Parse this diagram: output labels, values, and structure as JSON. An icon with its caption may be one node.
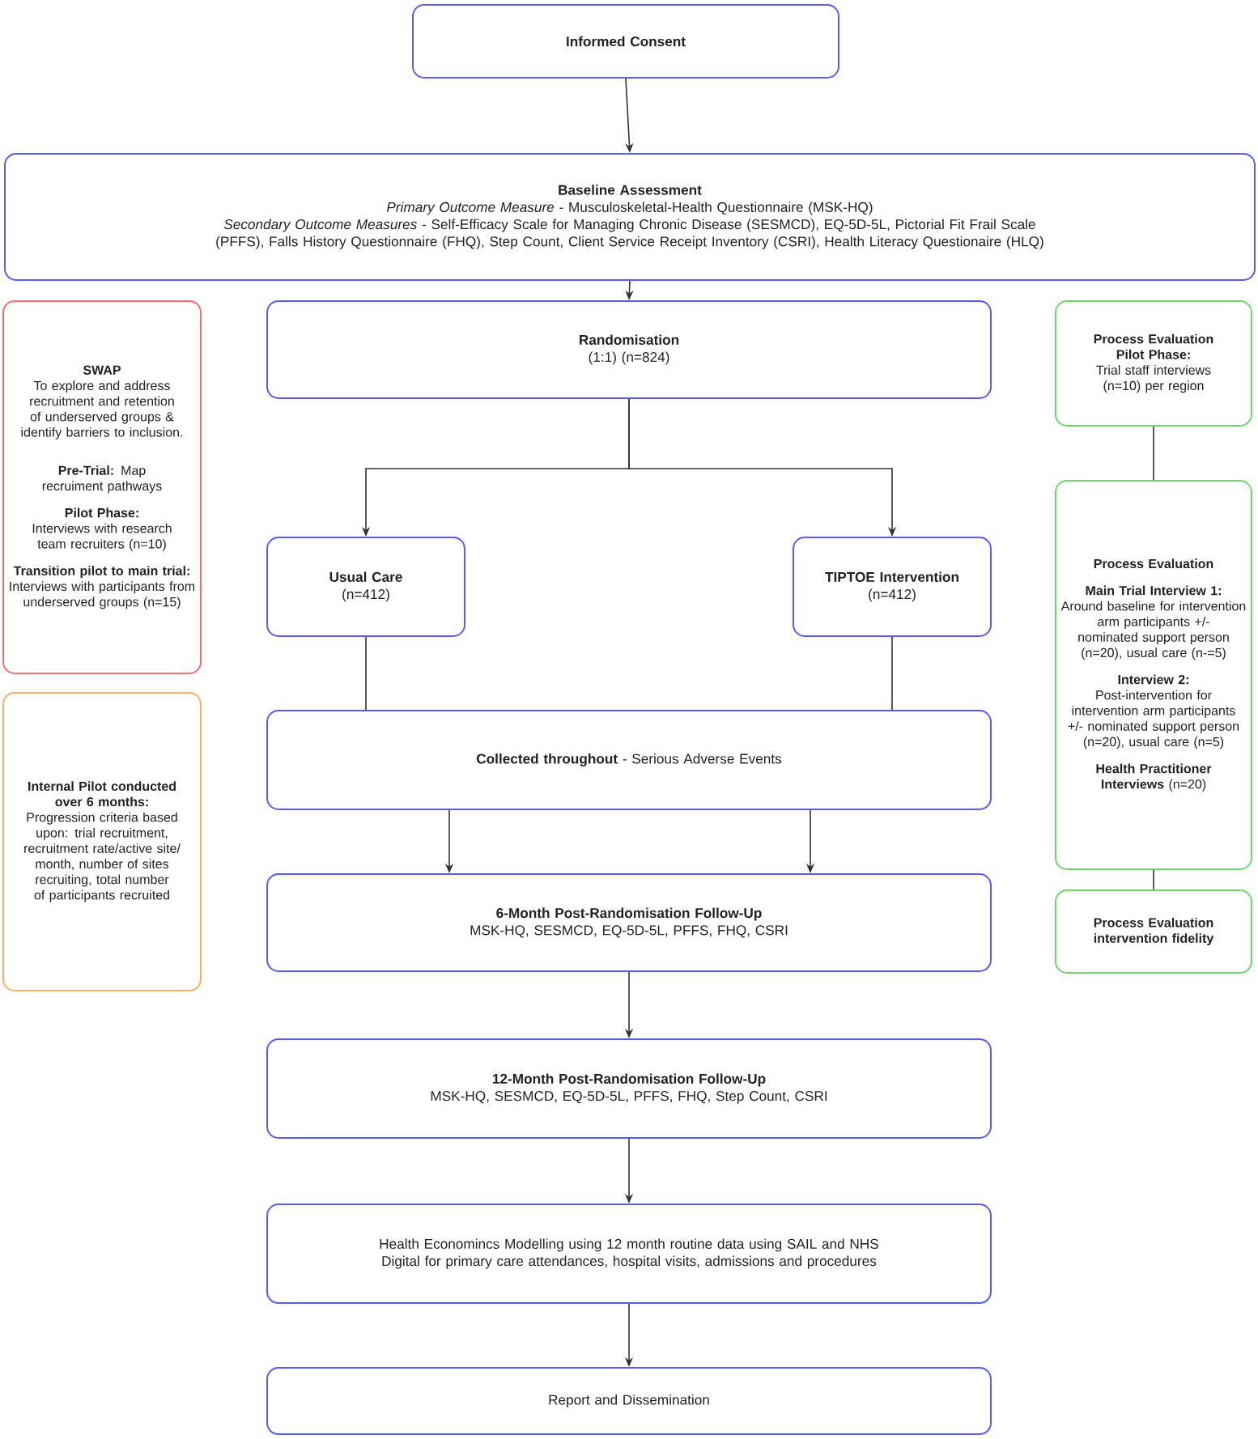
{
  "diagram": {
    "nodes": [
      {
        "text": [
          "Informed Consent"
        ]
      },
      {
        "text": [
          "Baseline Assessment",
          "*Primary Outcome Measure* - Musculoskeletal-Health Questionnaire (MSK-HQ)",
          "*Secondary Outcome Measures* - Self-Efficacy Scale for Managing Chronic Disease (SESMCD), EQ-5D-5L, Pictorial Fit Frail Scale (PFFS), Falls History Questionnaire (FHQ), Step Count, Client Service Receipt Inventory (CSRI), Health Literacy Questionaire (HLQ)"
        ]
      },
      {
        "text": [
          "Randomisation",
          "(1:1) (n=824)"
        ]
      },
      {
        "text": [
          "Usual Care",
          "(n=412)"
        ]
      },
      {
        "text": [
          "TIPTOE Intervention",
          "(n=412)"
        ]
      },
      {
        "text": [
          "**Collected throughout** - Serious Adverse Events"
        ]
      },
      {
        "text": [
          "6-Month Post-Randomisation Follow-Up",
          "MSK-HQ, SESMCD, EQ-5D-5L, PFFS, FHQ, CSRI"
        ]
      },
      {
        "text": [
          "12-Month Post-Randomisation Follow-Up",
          "MSK-HQ, SESMCD, EQ-5D-5L, PFFS, FHQ, Step Count, CSRI"
        ]
      },
      {
        "text": [
          "Health Economincs Modelling using 12 month routine data using SAIL and NHS Digital for primary care attendances, hospital visits, admissions and procedures"
        ]
      },
      {
        "text": [
          "Report and Dissemination"
        ]
      },
      {
        "text": [
          "SWAP",
          "To explore and address recruitment and retention of underserved groups & identify barriers to inclusion.",
          "**Pre-Trial:** Map recruiment pathways",
          "Pilot Phase:",
          "Interviews with research team recruiters (n=10)",
          "Transition pilot to main trial:",
          "Interviews with participants from underserved groups (n=15)"
        ]
      },
      {
        "text": [
          "Internal Pilot conducted over 6 months:",
          "Progression criteria based upon: trial recruitment, recruitment rate/active site/ month, number of sites recruiting, total number of participants recruited"
        ]
      },
      {
        "text": [
          "Process Evaluation Pilot Phase:",
          "Trial staff interviews (n=10) per region"
        ]
      },
      {
        "text": [
          "Process Evaluation",
          "Main Trial Interview 1:",
          "Around baseline for intervention arm participants +/- nominated support person (n=20), usual care (n-=5)",
          "Interview 2:",
          "Post-intervention for intervention arm participants +/- nominated support person (n=20), usual care (n=5)",
          "**Health Practitioner Interviews** (n=20)"
        ]
      },
      {
        "text": [
          "Process Evaluation intervention fidelity"
        ]
      }
    ],
    "edges": [
      {
        "from": 0,
        "to": 1,
        "arrow": "to"
      },
      {
        "from": 1,
        "to": 2,
        "arrow": "to"
      },
      {
        "from": 2,
        "to": 3,
        "arrow": "to"
      },
      {
        "from": 2,
        "to": 4,
        "arrow": "to"
      },
      {
        "from": 3,
        "to": 5,
        "arrow": "none"
      },
      {
        "from": 4,
        "to": 5,
        "arrow": "none"
      },
      {
        "from": 5,
        "to": 6,
        "arrow": "to"
      },
      {
        "from": 5,
        "to": 6,
        "arrow": "to"
      },
      {
        "from": 6,
        "to": 7,
        "arrow": "to"
      },
      {
        "from": 7,
        "to": 8,
        "arrow": "to"
      },
      {
        "from": 8,
        "to": 9,
        "arrow": "to"
      },
      {
        "from": 12,
        "to": 13,
        "arrow": "none"
      },
      {
        "from": 13,
        "to": 14,
        "arrow": "none"
      }
    ]
  }
}
